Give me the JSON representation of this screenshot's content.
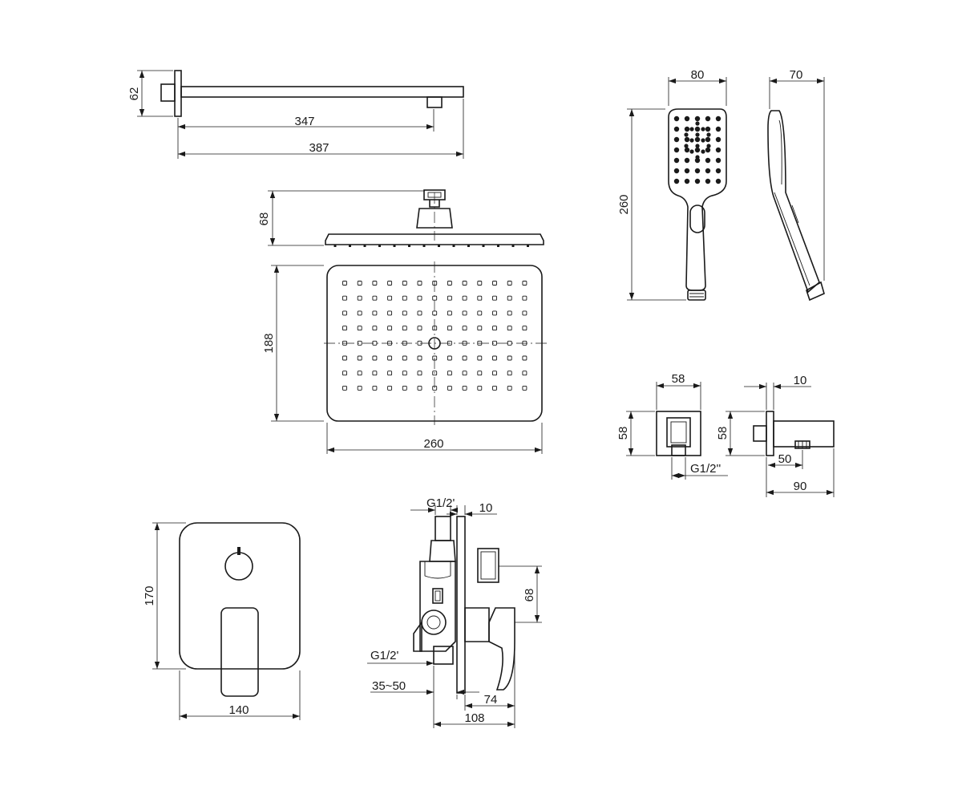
{
  "dimensions": {
    "arm_height": "62",
    "arm_inner": "347",
    "arm_total": "387",
    "head_height": "68",
    "head_depth": "188",
    "head_width": "260",
    "hand_width": "80",
    "hand_depth": "70",
    "hand_length": "260",
    "outlet_width": "58",
    "outlet_height": "58",
    "outlet_thread": "G1/2''",
    "outlet_side_height": "58",
    "outlet_plate": "10",
    "outlet_offset": "50",
    "outlet_total": "90",
    "valve_height": "170",
    "valve_width": "140",
    "body_thread_top": "G1/2'",
    "body_plate": "10",
    "body_lever_height": "68",
    "body_thread_bottom": "G1/2'",
    "body_depth_range": "35~50",
    "body_lever_depth": "74",
    "body_total": "108"
  },
  "spray": {
    "rows": 8,
    "cols": 13
  },
  "hand_spray": {
    "rows": 7,
    "cols": 5
  },
  "colors": {
    "ink": "#1a1a1a",
    "paper": "#ffffff"
  }
}
